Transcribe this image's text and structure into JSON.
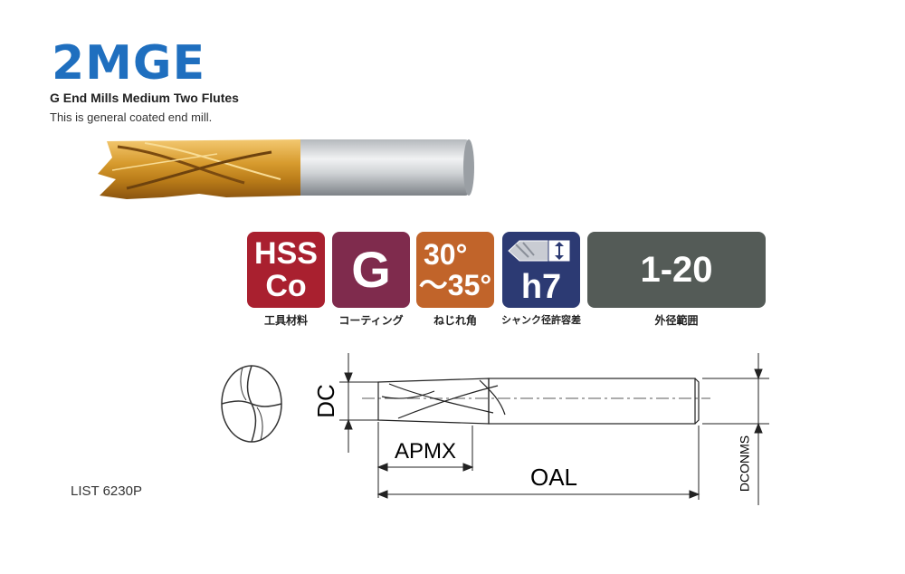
{
  "header": {
    "code": "2MGE",
    "title": "G End Mills Medium Two Flutes",
    "description": "This is general coated end mill."
  },
  "badges": {
    "material": {
      "line1": "HSS",
      "line2": "Co",
      "label": "工具材料",
      "color": "#a9202f"
    },
    "coating": {
      "value": "G",
      "label": "コーティング",
      "color": "#7f2b4d"
    },
    "helix": {
      "line1": "30°",
      "line2": "～35°",
      "label": "ねじれ角",
      "color": "#c1642a"
    },
    "shank": {
      "value": "h7",
      "label": "シャンク径許容差",
      "color": "#2c3a73",
      "icon": "shank-tolerance-icon"
    },
    "range": {
      "value": "1-20",
      "label": "外径範囲",
      "color": "#545b57"
    }
  },
  "drawing": {
    "dc_label": "DC",
    "apmx_label": "APMX",
    "oal_label": "OAL",
    "dconms_label": "DCONMS"
  },
  "footer": {
    "list_code": "LIST 6230P"
  },
  "colors": {
    "accent": "#1f6fbf"
  }
}
